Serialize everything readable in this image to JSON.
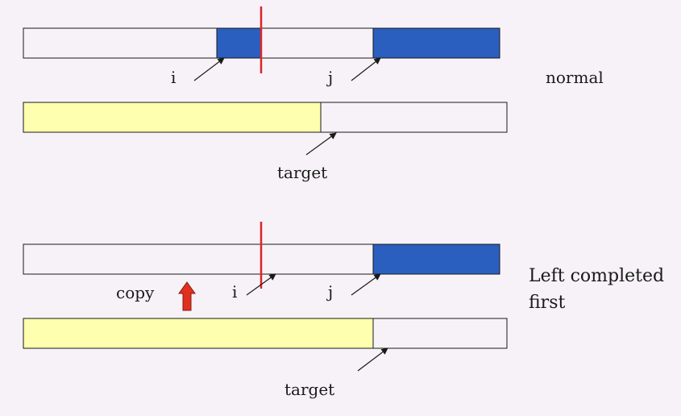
{
  "diagram": {
    "colors": {
      "background": "#f6f2f7",
      "array_empty": "#f6f2f7",
      "array_filled_blue": "#2a5fbf",
      "target_filled_yellow": "#ffffb0",
      "divider_red": "#d9262b",
      "copy_arrow_red": "#e0301e",
      "outline": "#1a1a1a"
    },
    "normal": {
      "label_i": "i",
      "label_j": "j",
      "label_target": "target",
      "caption": "normal"
    },
    "left_completed": {
      "label_copy": "copy",
      "label_i": "i",
      "label_j": "j",
      "label_target": "target",
      "caption_line1": "Left completed",
      "caption_line2": "first"
    }
  }
}
